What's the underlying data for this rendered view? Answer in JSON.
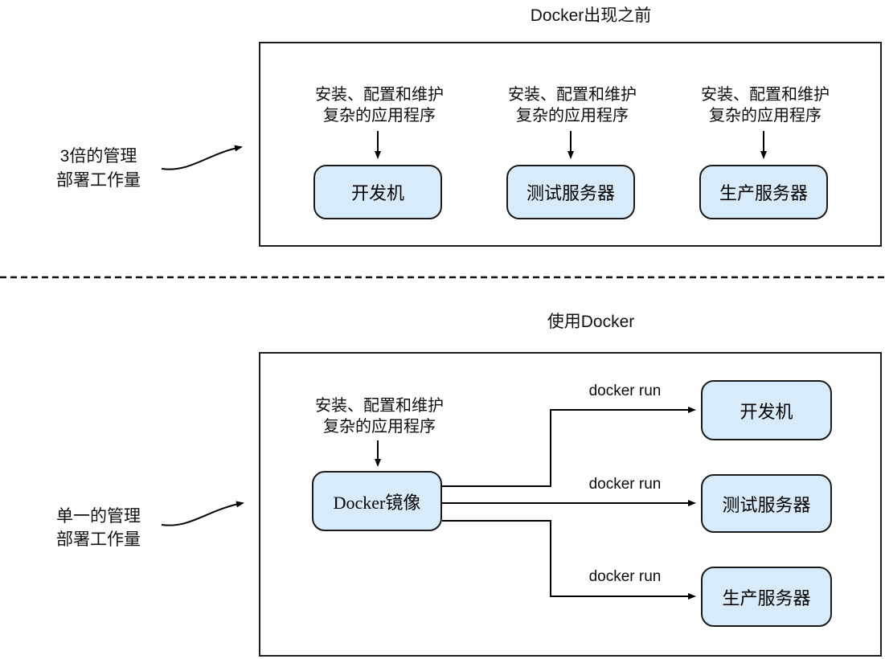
{
  "before": {
    "title": "Docker出现之前",
    "side_label": [
      "3倍的管理",
      "部署工作量"
    ],
    "caption": [
      "安装、配置和维护",
      "复杂的应用程序"
    ],
    "nodes": [
      "开发机",
      "测试服务器",
      "生产服务器"
    ]
  },
  "after": {
    "title": "使用Docker",
    "side_label": [
      "单一的管理",
      "部署工作量"
    ],
    "caption": [
      "安装、配置和维护",
      "复杂的应用程序"
    ],
    "source_node": "Docker镜像",
    "edge_labels": [
      "docker run",
      "docker run",
      "docker run"
    ],
    "nodes": [
      "开发机",
      "测试服务器",
      "生产服务器"
    ]
  },
  "colors": {
    "node_fill": "#d8ebfa",
    "node_border": "#1a1a1a",
    "line": "#000000"
  }
}
